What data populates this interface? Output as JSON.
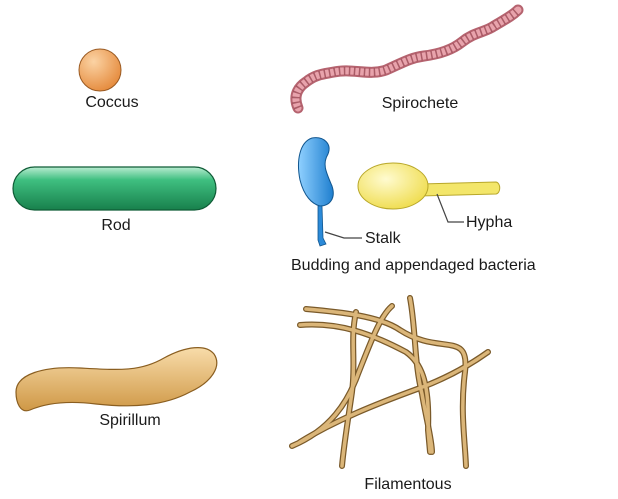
{
  "labels": {
    "coccus": "Coccus",
    "rod": "Rod",
    "spirillum": "Spirillum",
    "spirochete": "Spirochete",
    "stalk": "Stalk",
    "hypha": "Hypha",
    "budding_caption": "Budding and appendaged bacteria",
    "filamentous": "Filamentous"
  },
  "colors": {
    "coccus_fill": "#f0a45c",
    "rod_fill": "#2aa86a",
    "spirillum_fill": "#e8b56a",
    "spirochete_fill": "#d98a94",
    "stalk_fill": "#3a9ee4",
    "hypha_fill": "#f6ea6e",
    "filament_fill": "#d2aa6c"
  }
}
